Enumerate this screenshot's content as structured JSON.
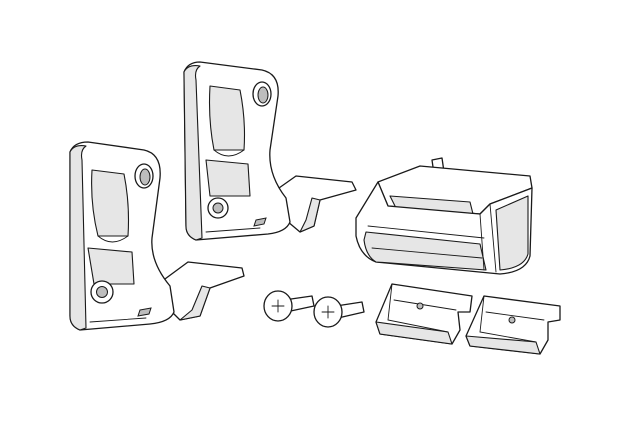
{
  "figure": {
    "background": "#ffffff",
    "line_color": "#1a1a1a",
    "shade_color": "#e6e6e6",
    "parts": [
      {
        "name": "bracket-large-left",
        "kind": "foot-bracket"
      },
      {
        "name": "bracket-large-right",
        "kind": "foot-bracket"
      },
      {
        "name": "clamp-housing",
        "kind": "clamp"
      },
      {
        "name": "screw-left",
        "kind": "phillips-screw"
      },
      {
        "name": "screw-right",
        "kind": "phillips-screw"
      },
      {
        "name": "clip-left",
        "kind": "end-clip"
      },
      {
        "name": "clip-right",
        "kind": "end-clip"
      }
    ]
  }
}
